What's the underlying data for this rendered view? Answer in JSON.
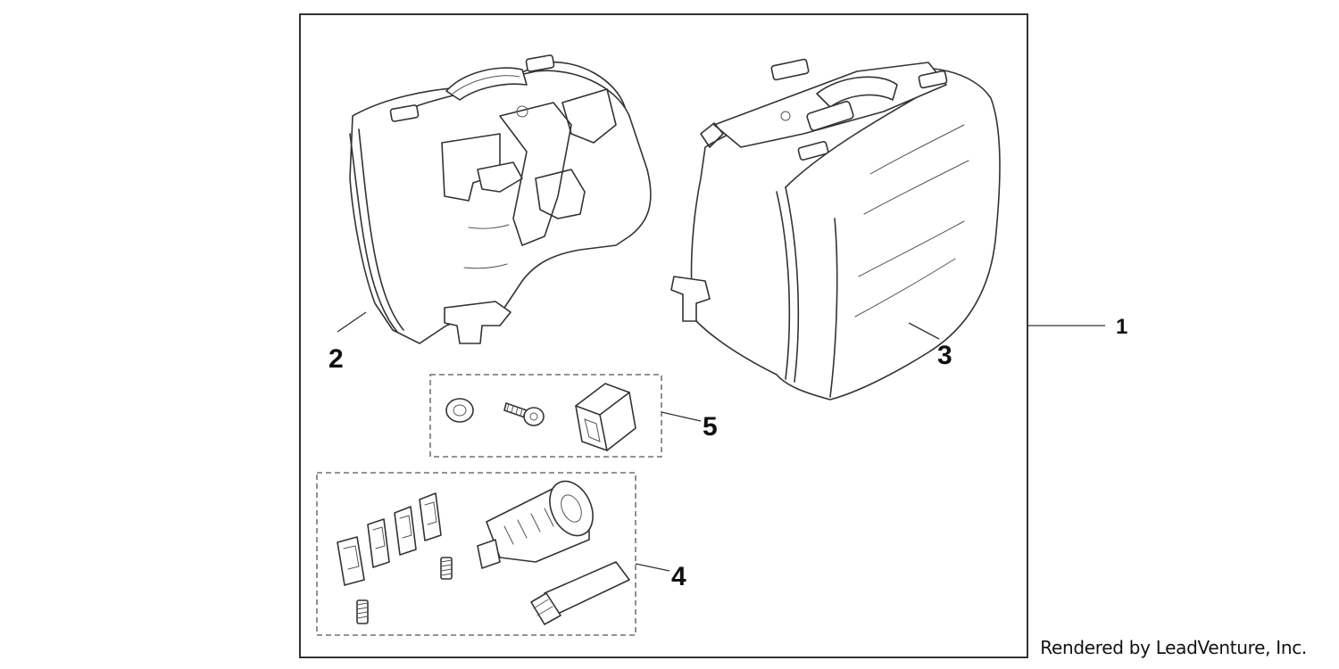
{
  "callouts": {
    "kit": "1",
    "left_case": "2",
    "right_case": "3",
    "lock_set": "4",
    "mount_hardware": "5"
  },
  "credit": "Rendered by LeadVenture, Inc."
}
